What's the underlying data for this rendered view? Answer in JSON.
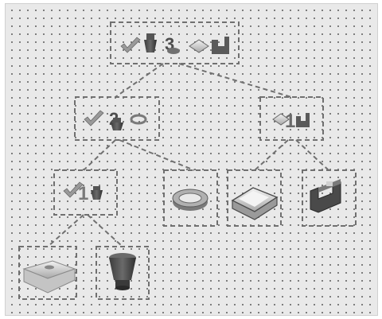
{
  "diagram": {
    "nodes": [
      {
        "id": "root",
        "label": "3",
        "icons": [
          "check-icon",
          "bottle-icon",
          "cup-icon",
          "tray-icon",
          "bracket-icon"
        ]
      },
      {
        "id": "left-1",
        "label": "2",
        "icons": [
          "check-icon",
          "bottle-icon",
          "ring-icon"
        ]
      },
      {
        "id": "right-1",
        "label": "1",
        "icons": [
          "tray-icon",
          "bracket-icon"
        ]
      },
      {
        "id": "left-2",
        "label": "1",
        "icons": [
          "check-icon",
          "bottle-icon"
        ]
      },
      {
        "id": "ring-leaf",
        "label": "",
        "icons": [
          "ring-icon"
        ]
      },
      {
        "id": "tray-leaf",
        "label": "",
        "icons": [
          "tray-icon"
        ]
      },
      {
        "id": "bracket-leaf",
        "label": "",
        "icons": [
          "bracket-icon"
        ]
      },
      {
        "id": "plate-leaf",
        "label": "",
        "icons": [
          "plate-icon"
        ]
      },
      {
        "id": "cup-leaf",
        "label": "",
        "icons": [
          "cup-icon"
        ]
      }
    ],
    "edges": [
      [
        "root",
        "left-1"
      ],
      [
        "root",
        "right-1"
      ],
      [
        "left-1",
        "left-2"
      ],
      [
        "left-1",
        "ring-leaf"
      ],
      [
        "right-1",
        "tray-leaf"
      ],
      [
        "right-1",
        "bracket-leaf"
      ],
      [
        "left-2",
        "plate-leaf"
      ],
      [
        "left-2",
        "cup-leaf"
      ]
    ],
    "colors": {
      "background": "#e9e9e9",
      "grid_dot": "#5f5f5f",
      "dashed_box": "#707070",
      "part_dark": "#4a4a4a",
      "part_mid": "#8a8a8a",
      "part_light": "#d6d6d6"
    }
  }
}
